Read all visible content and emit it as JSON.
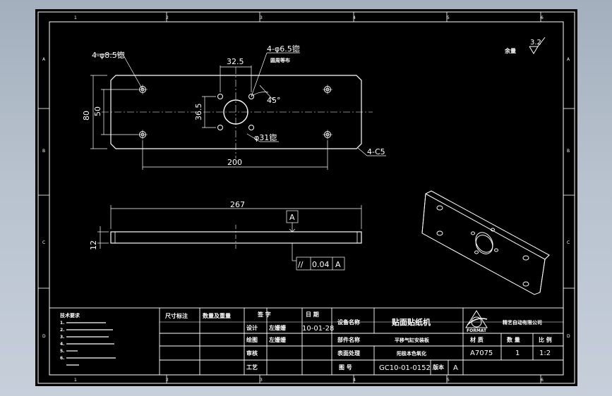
{
  "border": {
    "columns": [
      "1",
      "2",
      "3",
      "4",
      "5",
      "6"
    ],
    "rows": [
      "A",
      "B",
      "C",
      "D"
    ]
  },
  "roughness": {
    "value": "3.2",
    "prefix": "余量"
  },
  "top_view": {
    "hole_a": "4-φ8.5锪",
    "hole_b": "4-φ6.5锪",
    "hole_b_note": "圆周等布",
    "dim_32_5": "32.5",
    "dim_80": "80",
    "dim_50": "50",
    "dim_36_5": "36.5",
    "angle": "45°",
    "bore": "φ31锪",
    "width": "200",
    "chamfer": "4-C5"
  },
  "side_view": {
    "length": "267",
    "thickness": "12",
    "datum": "A",
    "tolerance_symbol": "//",
    "tolerance_value": "0.04",
    "tolerance_datum": "A"
  },
  "notes": {
    "title": "技术要求",
    "lines": [
      "1.",
      "2.",
      "3.",
      "4.",
      "5.",
      "6."
    ]
  },
  "title_block": {
    "size_label": "尺寸标注",
    "dept_label": "数量及重量",
    "sign_label": "签 字",
    "date_label": "日 期",
    "design_label": "设计",
    "designer": "左姗姗",
    "date": "10-01-28",
    "draw_label": "绘图",
    "drawer": "左姗姗",
    "check_label": "审核",
    "craft_label": "工艺",
    "device_label": "设备名称",
    "device_name": "贴面贴纸机",
    "part_label": "部件名称",
    "part_name": "平移气缸安装板",
    "surface_label": "表面处理",
    "surface": "阳极本色氧化",
    "drawing_no_label": "图 号",
    "drawing_no": "GC10-01-0152",
    "version_label": "版本",
    "version": "A",
    "company": "精艺自动有限公司",
    "logo_text": "FORMAT",
    "material_label": "材 质",
    "material": "A7075",
    "qty_label": "数 量",
    "qty": "1",
    "scale_label": "比 例",
    "scale": "1:2"
  }
}
